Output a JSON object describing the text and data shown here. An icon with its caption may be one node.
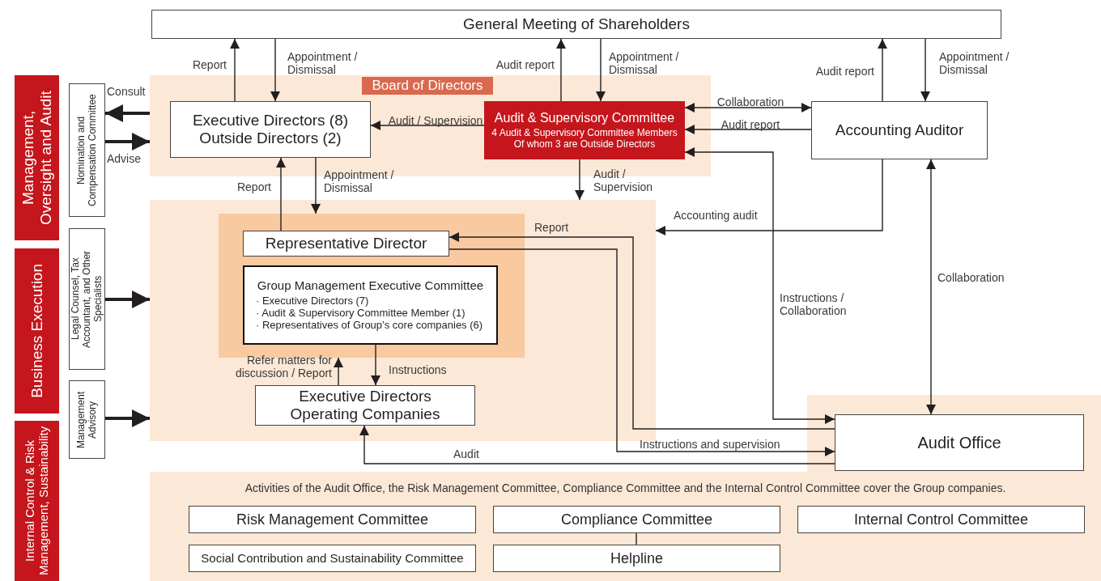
{
  "diagram": {
    "nodes": [
      {
        "text": [
          "General Meeting of Shareholders"
        ]
      },
      {
        "text": [
          "Board of Directors"
        ]
      },
      {
        "text": [
          "Executive Directors (8) Outside Directors (2)"
        ],
        "in": 1
      },
      {
        "text": [
          "Audit & Supervisory Committee",
          "4 Audit & Supervisory Committee Members Of whom 3 are Outside Directors"
        ],
        "in": 1
      },
      {
        "text": [
          "Accounting Auditor"
        ]
      },
      {
        "text": [],
        "shape": "box"
      },
      {
        "text": [],
        "shape": "box",
        "in": 5
      },
      {
        "text": [
          "Representative Director"
        ],
        "in": 6
      },
      {
        "text": [
          "Group Management Executive Committee",
          "· Executive Directors (7)",
          "· Audit & Supervisory Committee Member (1)",
          "· Representatives of Group’s core companies (6)"
        ],
        "in": 6
      },
      {
        "text": [
          "Executive Directors Operating Companies"
        ],
        "in": 5
      },
      {
        "text": [
          "Audit Office"
        ]
      },
      {
        "text": [
          "Activities of the Audit Office, the Risk Management Committee, Compliance Committee and the Internal Control Committee cover the Group companies."
        ]
      },
      {
        "text": [
          "Risk Management Committee"
        ],
        "in": 11
      },
      {
        "text": [
          "Compliance Committee"
        ],
        "in": 11
      },
      {
        "text": [
          "Internal Control Committee"
        ],
        "in": 11
      },
      {
        "text": [
          "Social Contribution and Sustainability Committee"
        ],
        "in": 11
      },
      {
        "text": [
          "Helpline"
        ],
        "in": 11
      },
      {
        "text": [
          "Nomination and Compensation Committee"
        ]
      },
      {
        "text": [
          "Legal Counsel, Tax Accountant, and Other Specialists"
        ]
      },
      {
        "text": [
          "Management Advisory"
        ]
      },
      {
        "text": [
          "Management, Oversight and Audit"
        ]
      },
      {
        "text": [
          "Business Execution"
        ]
      },
      {
        "text": [
          "Internal Control & Risk Management, Sustainability"
        ]
      }
    ],
    "edges": [
      {
        "from": 2,
        "to": 0,
        "arrow": "to",
        "label": "Report"
      },
      {
        "from": 0,
        "to": 2,
        "arrow": "to",
        "label": "Appointment / Dismissal"
      },
      {
        "from": 3,
        "to": 0,
        "arrow": "to",
        "label": "Audit report"
      },
      {
        "from": 0,
        "to": 3,
        "arrow": "to",
        "label": "Appointment / Dismissal"
      },
      {
        "from": 4,
        "to": 0,
        "arrow": "to",
        "label": "Audit report"
      },
      {
        "from": 0,
        "to": 4,
        "arrow": "to",
        "label": "Appointment / Dismissal"
      },
      {
        "from": 1,
        "to": 17,
        "arrow": "to",
        "label": "Consult",
        "style": "thick"
      },
      {
        "from": 17,
        "to": 1,
        "arrow": "to",
        "label": "Advise",
        "style": "thick"
      },
      {
        "from": 3,
        "to": 2,
        "arrow": "to",
        "label": "Audit / Supervision"
      },
      {
        "from": 3,
        "to": 4,
        "arrow": "both",
        "label": "Collaboration"
      },
      {
        "from": 4,
        "to": 3,
        "arrow": "to",
        "label": "Audit report"
      },
      {
        "from": 3,
        "to": 10,
        "arrow": "both",
        "label": "Instructions / Collaboration"
      },
      {
        "from": 4,
        "to": 5,
        "arrow": "to",
        "label": "Accounting audit"
      },
      {
        "from": 4,
        "to": 10,
        "arrow": "both",
        "label": "Collaboration"
      },
      {
        "from": 3,
        "to": 5,
        "arrow": "to",
        "label": "Audit / Supervision"
      },
      {
        "from": 7,
        "to": 2,
        "arrow": "to",
        "label": "Report"
      },
      {
        "from": 2,
        "to": 6,
        "arrow": "to",
        "label": "Appointment / Dismissal"
      },
      {
        "from": 10,
        "to": 7,
        "arrow": "to",
        "label": "Report"
      },
      {
        "from": 7,
        "to": 10,
        "arrow": "to",
        "label": "Instructions and supervision"
      },
      {
        "from": 8,
        "to": 9,
        "arrow": "to",
        "label": "Instructions"
      },
      {
        "from": 9,
        "to": 6,
        "arrow": "to",
        "label": "Refer matters for discussion / Report"
      },
      {
        "from": 10,
        "to": 9,
        "arrow": "to",
        "label": "Audit"
      },
      {
        "from": 18,
        "to": 5,
        "arrow": "to",
        "style": "thick"
      },
      {
        "from": 19,
        "to": 5,
        "arrow": "to",
        "style": "thick"
      },
      {
        "from": 13,
        "to": 16,
        "arrow": "none"
      }
    ]
  }
}
